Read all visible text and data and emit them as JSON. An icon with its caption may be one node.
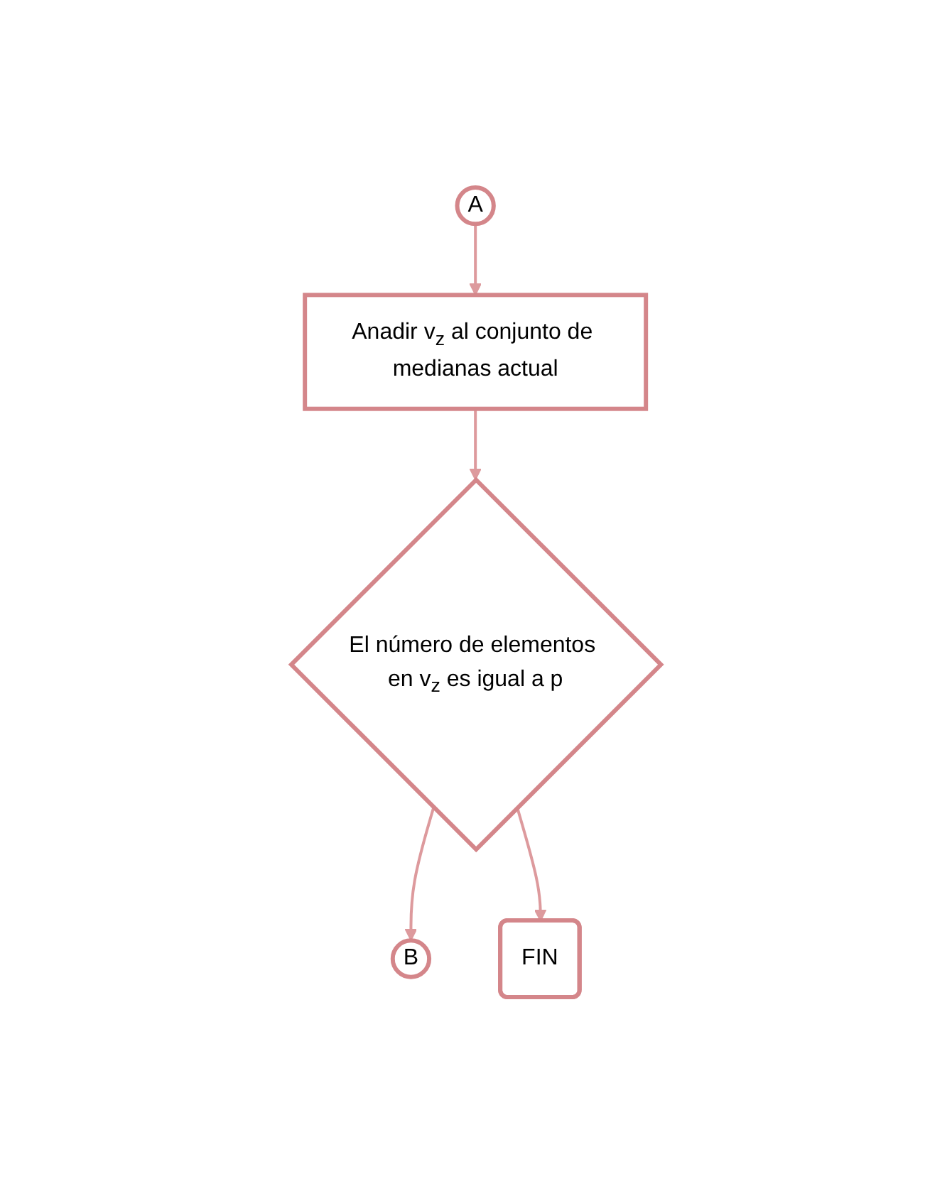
{
  "diagram": {
    "nodes": [
      {
        "text": [
          "A"
        ]
      },
      {
        "text": [
          "B"
        ]
      },
      {
        "text": [
          "Anadir v$_{z}$ al conjunto de medianas actual"
        ]
      },
      {
        "text": [
          "El número de elementos en v$_{z}$ es igual a p"
        ]
      },
      {
        "text": [
          "FIN"
        ]
      }
    ],
    "edges": [
      {
        "from": 0,
        "to": 2,
        "arrow": "to"
      },
      {
        "from": 2,
        "to": 3,
        "arrow": "to"
      },
      {
        "from": 3,
        "to": 1,
        "arrow": "to"
      },
      {
        "from": 3,
        "to": 4,
        "arrow": "to"
      }
    ]
  }
}
